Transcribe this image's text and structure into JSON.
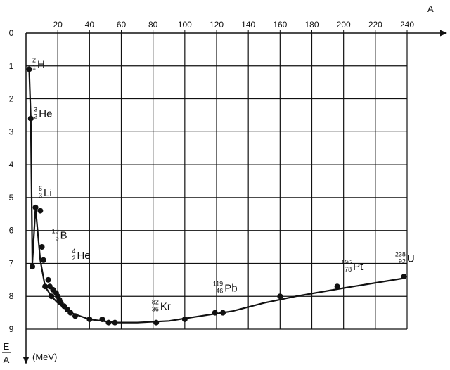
{
  "chart_data": {
    "type": "scatter",
    "xlabel": "A",
    "ylabel_top": "E",
    "ylabel_bottom": "A",
    "ylabel_unit": "(MeV)",
    "xlim": [
      0,
      240
    ],
    "ylim": [
      0,
      9
    ],
    "x_tick_labels": [
      "20",
      "40",
      "60",
      "80",
      "100",
      "120",
      "140",
      "160",
      "180",
      "200",
      "220",
      "240"
    ],
    "x_ticks": [
      20,
      40,
      60,
      80,
      100,
      120,
      140,
      160,
      180,
      200,
      220,
      240
    ],
    "y_tick_labels": [
      "0",
      "1",
      "2",
      "3",
      "4",
      "5",
      "6",
      "7",
      "8",
      "9"
    ],
    "y_ticks": [
      0,
      1,
      2,
      3,
      4,
      5,
      6,
      7,
      8,
      9
    ],
    "grid": true,
    "points": [
      {
        "x": 2,
        "y": 1.1
      },
      {
        "x": 3,
        "y": 2.6
      },
      {
        "x": 4,
        "y": 7.1
      },
      {
        "x": 6,
        "y": 5.3
      },
      {
        "x": 9,
        "y": 5.4
      },
      {
        "x": 10,
        "y": 6.5
      },
      {
        "x": 11,
        "y": 6.9
      },
      {
        "x": 12,
        "y": 7.7
      },
      {
        "x": 14,
        "y": 7.5
      },
      {
        "x": 15,
        "y": 7.7
      },
      {
        "x": 16,
        "y": 8.0
      },
      {
        "x": 17,
        "y": 7.8
      },
      {
        "x": 19,
        "y": 7.9
      },
      {
        "x": 20,
        "y": 8.0
      },
      {
        "x": 21,
        "y": 8.1
      },
      {
        "x": 22,
        "y": 8.2
      },
      {
        "x": 24,
        "y": 8.3
      },
      {
        "x": 26,
        "y": 8.4
      },
      {
        "x": 28,
        "y": 8.5
      },
      {
        "x": 31,
        "y": 8.6
      },
      {
        "x": 40,
        "y": 8.7
      },
      {
        "x": 48,
        "y": 8.7
      },
      {
        "x": 52,
        "y": 8.8
      },
      {
        "x": 56,
        "y": 8.8
      },
      {
        "x": 82,
        "y": 8.8
      },
      {
        "x": 100,
        "y": 8.7
      },
      {
        "x": 119,
        "y": 8.5
      },
      {
        "x": 124,
        "y": 8.5
      },
      {
        "x": 160,
        "y": 8.0
      },
      {
        "x": 196,
        "y": 7.7
      },
      {
        "x": 238,
        "y": 7.4
      }
    ],
    "curve": [
      {
        "x": 2,
        "y": 1.1
      },
      {
        "x": 3,
        "y": 2.6
      },
      {
        "x": 4,
        "y": 7.0
      },
      {
        "x": 6,
        "y": 5.3
      },
      {
        "x": 9,
        "y": 6.9
      },
      {
        "x": 12,
        "y": 7.7
      },
      {
        "x": 16,
        "y": 8.0
      },
      {
        "x": 20,
        "y": 8.2
      },
      {
        "x": 28,
        "y": 8.5
      },
      {
        "x": 40,
        "y": 8.7
      },
      {
        "x": 56,
        "y": 8.8
      },
      {
        "x": 70,
        "y": 8.8
      },
      {
        "x": 90,
        "y": 8.75
      },
      {
        "x": 110,
        "y": 8.6
      },
      {
        "x": 130,
        "y": 8.45
      },
      {
        "x": 150,
        "y": 8.2
      },
      {
        "x": 170,
        "y": 8.0
      },
      {
        "x": 200,
        "y": 7.75
      },
      {
        "x": 238,
        "y": 7.45
      }
    ],
    "annotations": [
      {
        "mass": "2",
        "atomic": "1",
        "symbol": "H",
        "x": 2,
        "y": 1.1
      },
      {
        "mass": "3",
        "atomic": "2",
        "symbol": "He",
        "x": 3,
        "y": 2.6
      },
      {
        "mass": "6",
        "atomic": "3",
        "symbol": "Li",
        "x": 6,
        "y": 5.0
      },
      {
        "mass": "10",
        "atomic": "5",
        "symbol": "B",
        "x": 14,
        "y": 6.3
      },
      {
        "mass": "4",
        "atomic": "2",
        "symbol": "He",
        "x": 27,
        "y": 6.9
      },
      {
        "mass": "82",
        "atomic": "36",
        "symbol": "Kr",
        "x": 77,
        "y": 8.45
      },
      {
        "mass": "119",
        "atomic": "46",
        "symbol": "Pb",
        "x": 115,
        "y": 7.9
      },
      {
        "mass": "196",
        "atomic": "78",
        "symbol": "Pt",
        "x": 196,
        "y": 7.25
      },
      {
        "mass": "238",
        "atomic": "92",
        "symbol": "U",
        "x": 230,
        "y": 7.0
      }
    ]
  }
}
